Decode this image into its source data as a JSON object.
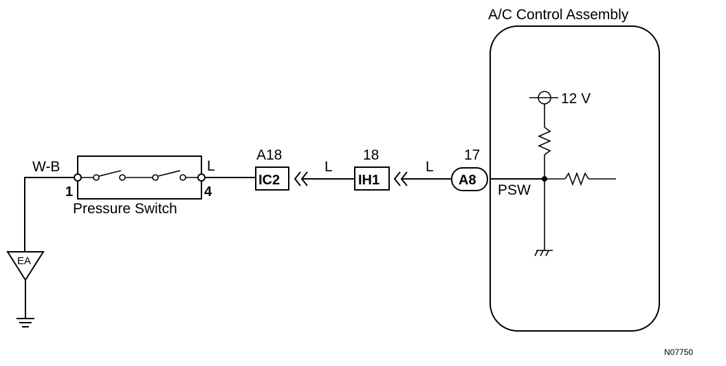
{
  "assembly": {
    "title": "A/C Control Assembly",
    "voltage": "12 V",
    "terminal_label": "PSW"
  },
  "pressure_switch": {
    "name": "Pressure Switch",
    "pin_left": "1",
    "pin_right": "4"
  },
  "wires": {
    "left_color": "W-B",
    "right_color_1": "L",
    "right_color_2": "L",
    "right_color_3": "L"
  },
  "connectors": {
    "ic2": {
      "label": "IC2",
      "pin": "A18"
    },
    "ih1": {
      "label": "IH1",
      "pin": "18"
    },
    "a8": {
      "label": "A8",
      "pin": "17"
    }
  },
  "ground_point": {
    "label": "EA"
  },
  "figure_code": "N07750"
}
